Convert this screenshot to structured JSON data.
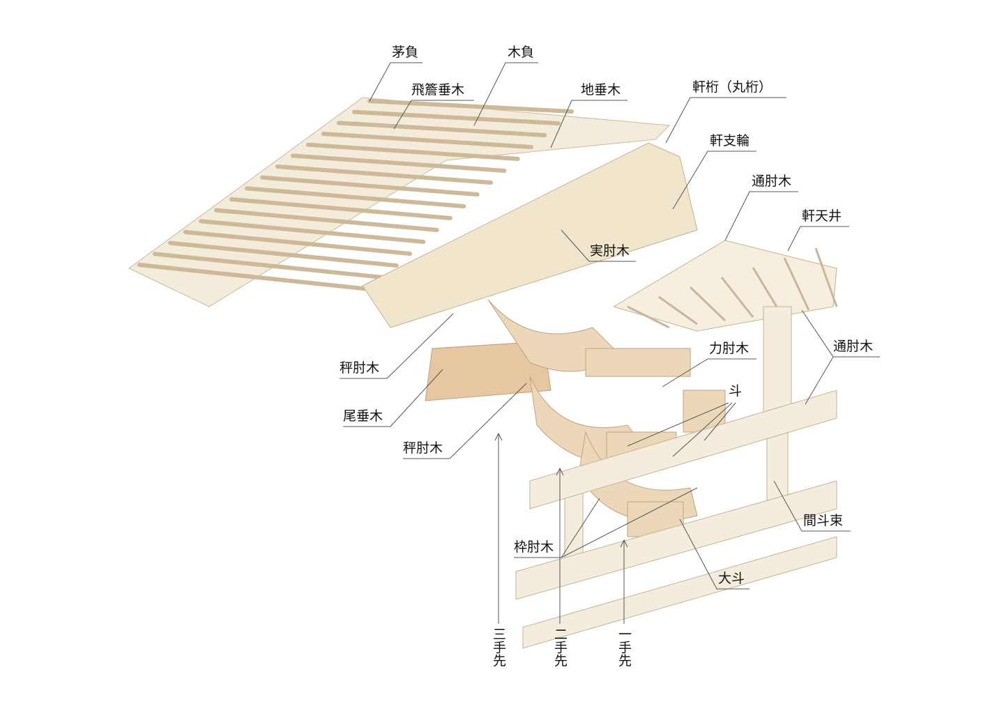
{
  "labels": {
    "kayaoi": "茅負",
    "kioi": "木負",
    "hienDaruki": "飛簷垂木",
    "jiDaruki": "地垂木",
    "nokiGeta": "軒桁（丸桁）",
    "nokiShirin": "軒支輪",
    "toshiHijiki1": "通肘木",
    "nokiTenjo": "軒天井",
    "sanehijiki": "実肘木",
    "hakariHijiki1": "秤肘木",
    "odaruki": "尾垂木",
    "hakariHijiki2": "秤肘木",
    "chikaraHijiki": "力肘木",
    "masu": "斗",
    "toshiHijiki2": "通肘木",
    "kentozuka": "間斗束",
    "wakuHijiki": "枠肘木",
    "daito": "大斗",
    "mitesaki": "三手先",
    "futatesaki": "二手先",
    "hitotesaki": "一手先"
  },
  "colors": {
    "wood_light": "#f3ead6",
    "wood_mid": "#ead7b8",
    "wood_dark": "#dcb58f",
    "line": "#b9a88c",
    "leader": "#555555"
  }
}
